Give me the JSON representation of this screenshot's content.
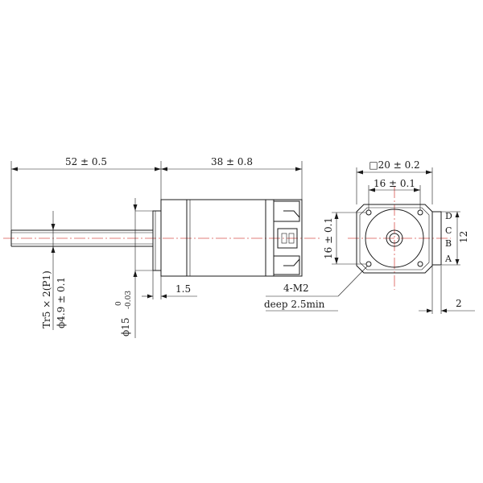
{
  "dimensions": {
    "screw_length": "52 ± 0.5",
    "motor_length": "38 ± 0.8",
    "flange_square": "□20 ± 0.2",
    "hole_spacing_h": "16 ± 0.1",
    "hole_spacing_v": "16 ± 0.1",
    "boss_height": "1.5",
    "connector_height": "12",
    "connector_depth": "2",
    "screw_thread": "Tr5 × 2(P1)",
    "screw_diameter": "ϕ4.9 ± 0.1",
    "boss_diameter_base": "ϕ15",
    "boss_tol_upper": "0",
    "boss_tol_lower": "-0.03",
    "mount_holes": "4-M2",
    "hole_depth": "deep 2.5min"
  },
  "pins": [
    "D",
    "C",
    "B",
    "A"
  ],
  "colors": {
    "line": "#1a1a1a",
    "centerline": "#d9534f",
    "background": "#ffffff"
  }
}
